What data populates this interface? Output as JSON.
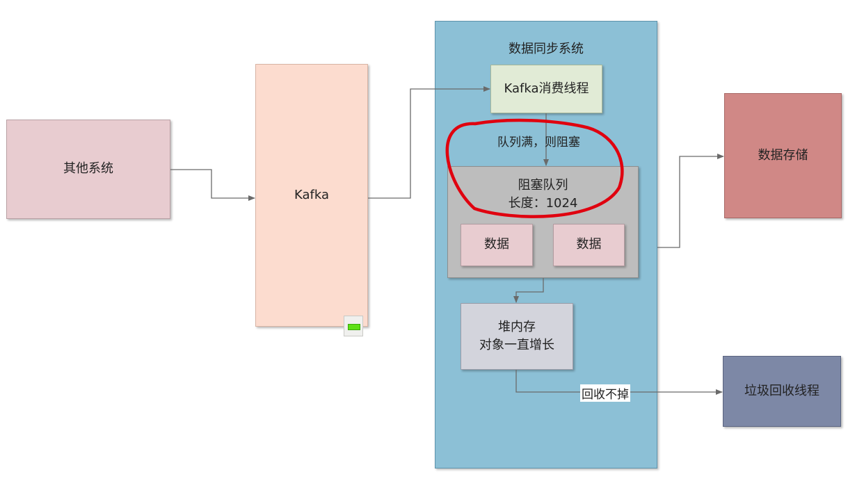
{
  "nodes": {
    "other_system": "其他系统",
    "kafka": "Kafka",
    "data_sync_system": "数据同步系统",
    "kafka_consumer": "Kafka消费线程",
    "blocking_queue": {
      "name": "阻塞队列",
      "length": "长度：1024"
    },
    "data_item_1": "数据",
    "data_item_2": "数据",
    "heap_memory": {
      "line1": "堆内存",
      "line2": "对象一直增长"
    },
    "data_storage": "数据存储",
    "gc_thread": "垃圾回收线程"
  },
  "edge_labels": {
    "queue_full": "队列满，则阻塞",
    "cannot_collect": "回收不掉"
  },
  "colors": {
    "other_system": "#e8ccd0",
    "kafka": "#fcdccf",
    "data_sync_system": "#8cc0d6",
    "kafka_consumer": "#e1ebd6",
    "blocking_queue": "#bdbdbd",
    "heap_memory": "#d3d4dc",
    "data_storage": "#d08886",
    "gc_thread": "#7d88a6",
    "highlight_circle": "#e0000f",
    "connector": "#6a6a6a"
  }
}
